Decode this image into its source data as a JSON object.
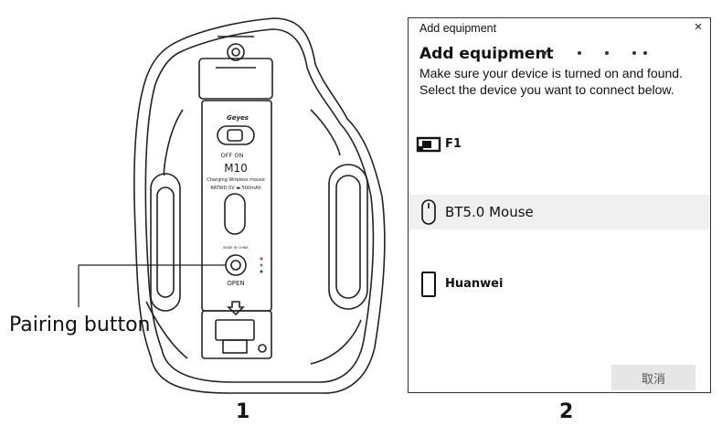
{
  "figure": {
    "pairing_label": "Pairing button",
    "panel_numbers": [
      "1",
      "2"
    ]
  },
  "mouse_label": {
    "brand": "Geyes",
    "switch_labels": "OFF   ON",
    "model": "M10",
    "description": "Charging Wireless mouse",
    "rating": "RATWD:5V ▬ 500mAh",
    "made_in": "MADE IN CHINA",
    "open_label": "OPEN"
  },
  "dialog": {
    "title": "Add equipment",
    "close_symbol": "×",
    "heading": "Add equipment",
    "description": "Make sure your device is turned on and found. Select the device you want to connect below.",
    "devices": [
      {
        "name": "F1",
        "icon": "monitor-icon",
        "selected": false
      },
      {
        "name": "BT5.0 Mouse",
        "icon": "mouse-icon",
        "selected": true
      },
      {
        "name": "Huanwei",
        "icon": "phone-icon",
        "selected": false
      }
    ],
    "cancel_label": "取消"
  },
  "colors": {
    "selected_row": "#f0f0f0",
    "button_bg": "#e6e6e6",
    "outline": "#222222"
  }
}
